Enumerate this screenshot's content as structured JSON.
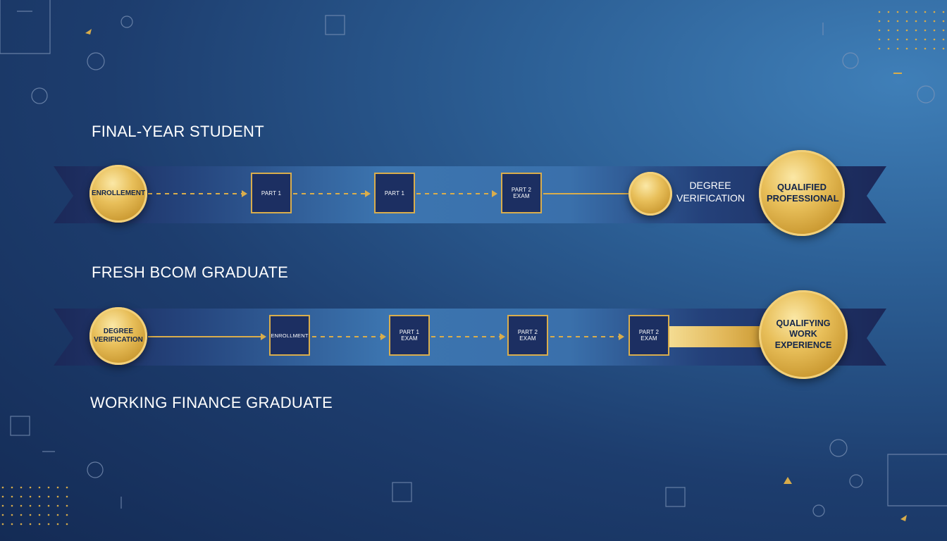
{
  "colors": {
    "background": "#1d3d6e",
    "accent_gold": "#d9ad4c",
    "banner_navy": "#1c2a5c",
    "banner_mid": "#3f78b3",
    "text": "#ffffff",
    "circle_text": "#14264a"
  },
  "tracks": [
    {
      "title": "FINAL-YEAR STUDENT",
      "start": "ENROLLEMENT",
      "steps": [
        "PART 1",
        "PART 1",
        "PART 2 EXAM"
      ],
      "milestone_label": "DEGREE VERIFICATION",
      "end": "QUALIFIED PROFESSIONAL"
    },
    {
      "title": "FRESH BCOM GRADUATE",
      "start": "DEGREE VERIFICATION",
      "steps": [
        "ENROLLMENT",
        "PART 1 EXAM",
        "PART 2 EXAM",
        "PART 2 EXAM"
      ],
      "end": "QUALIFYING WORK EXPERIENCE"
    },
    {
      "title": "WORKING FINANCE GRADUATE"
    }
  ]
}
